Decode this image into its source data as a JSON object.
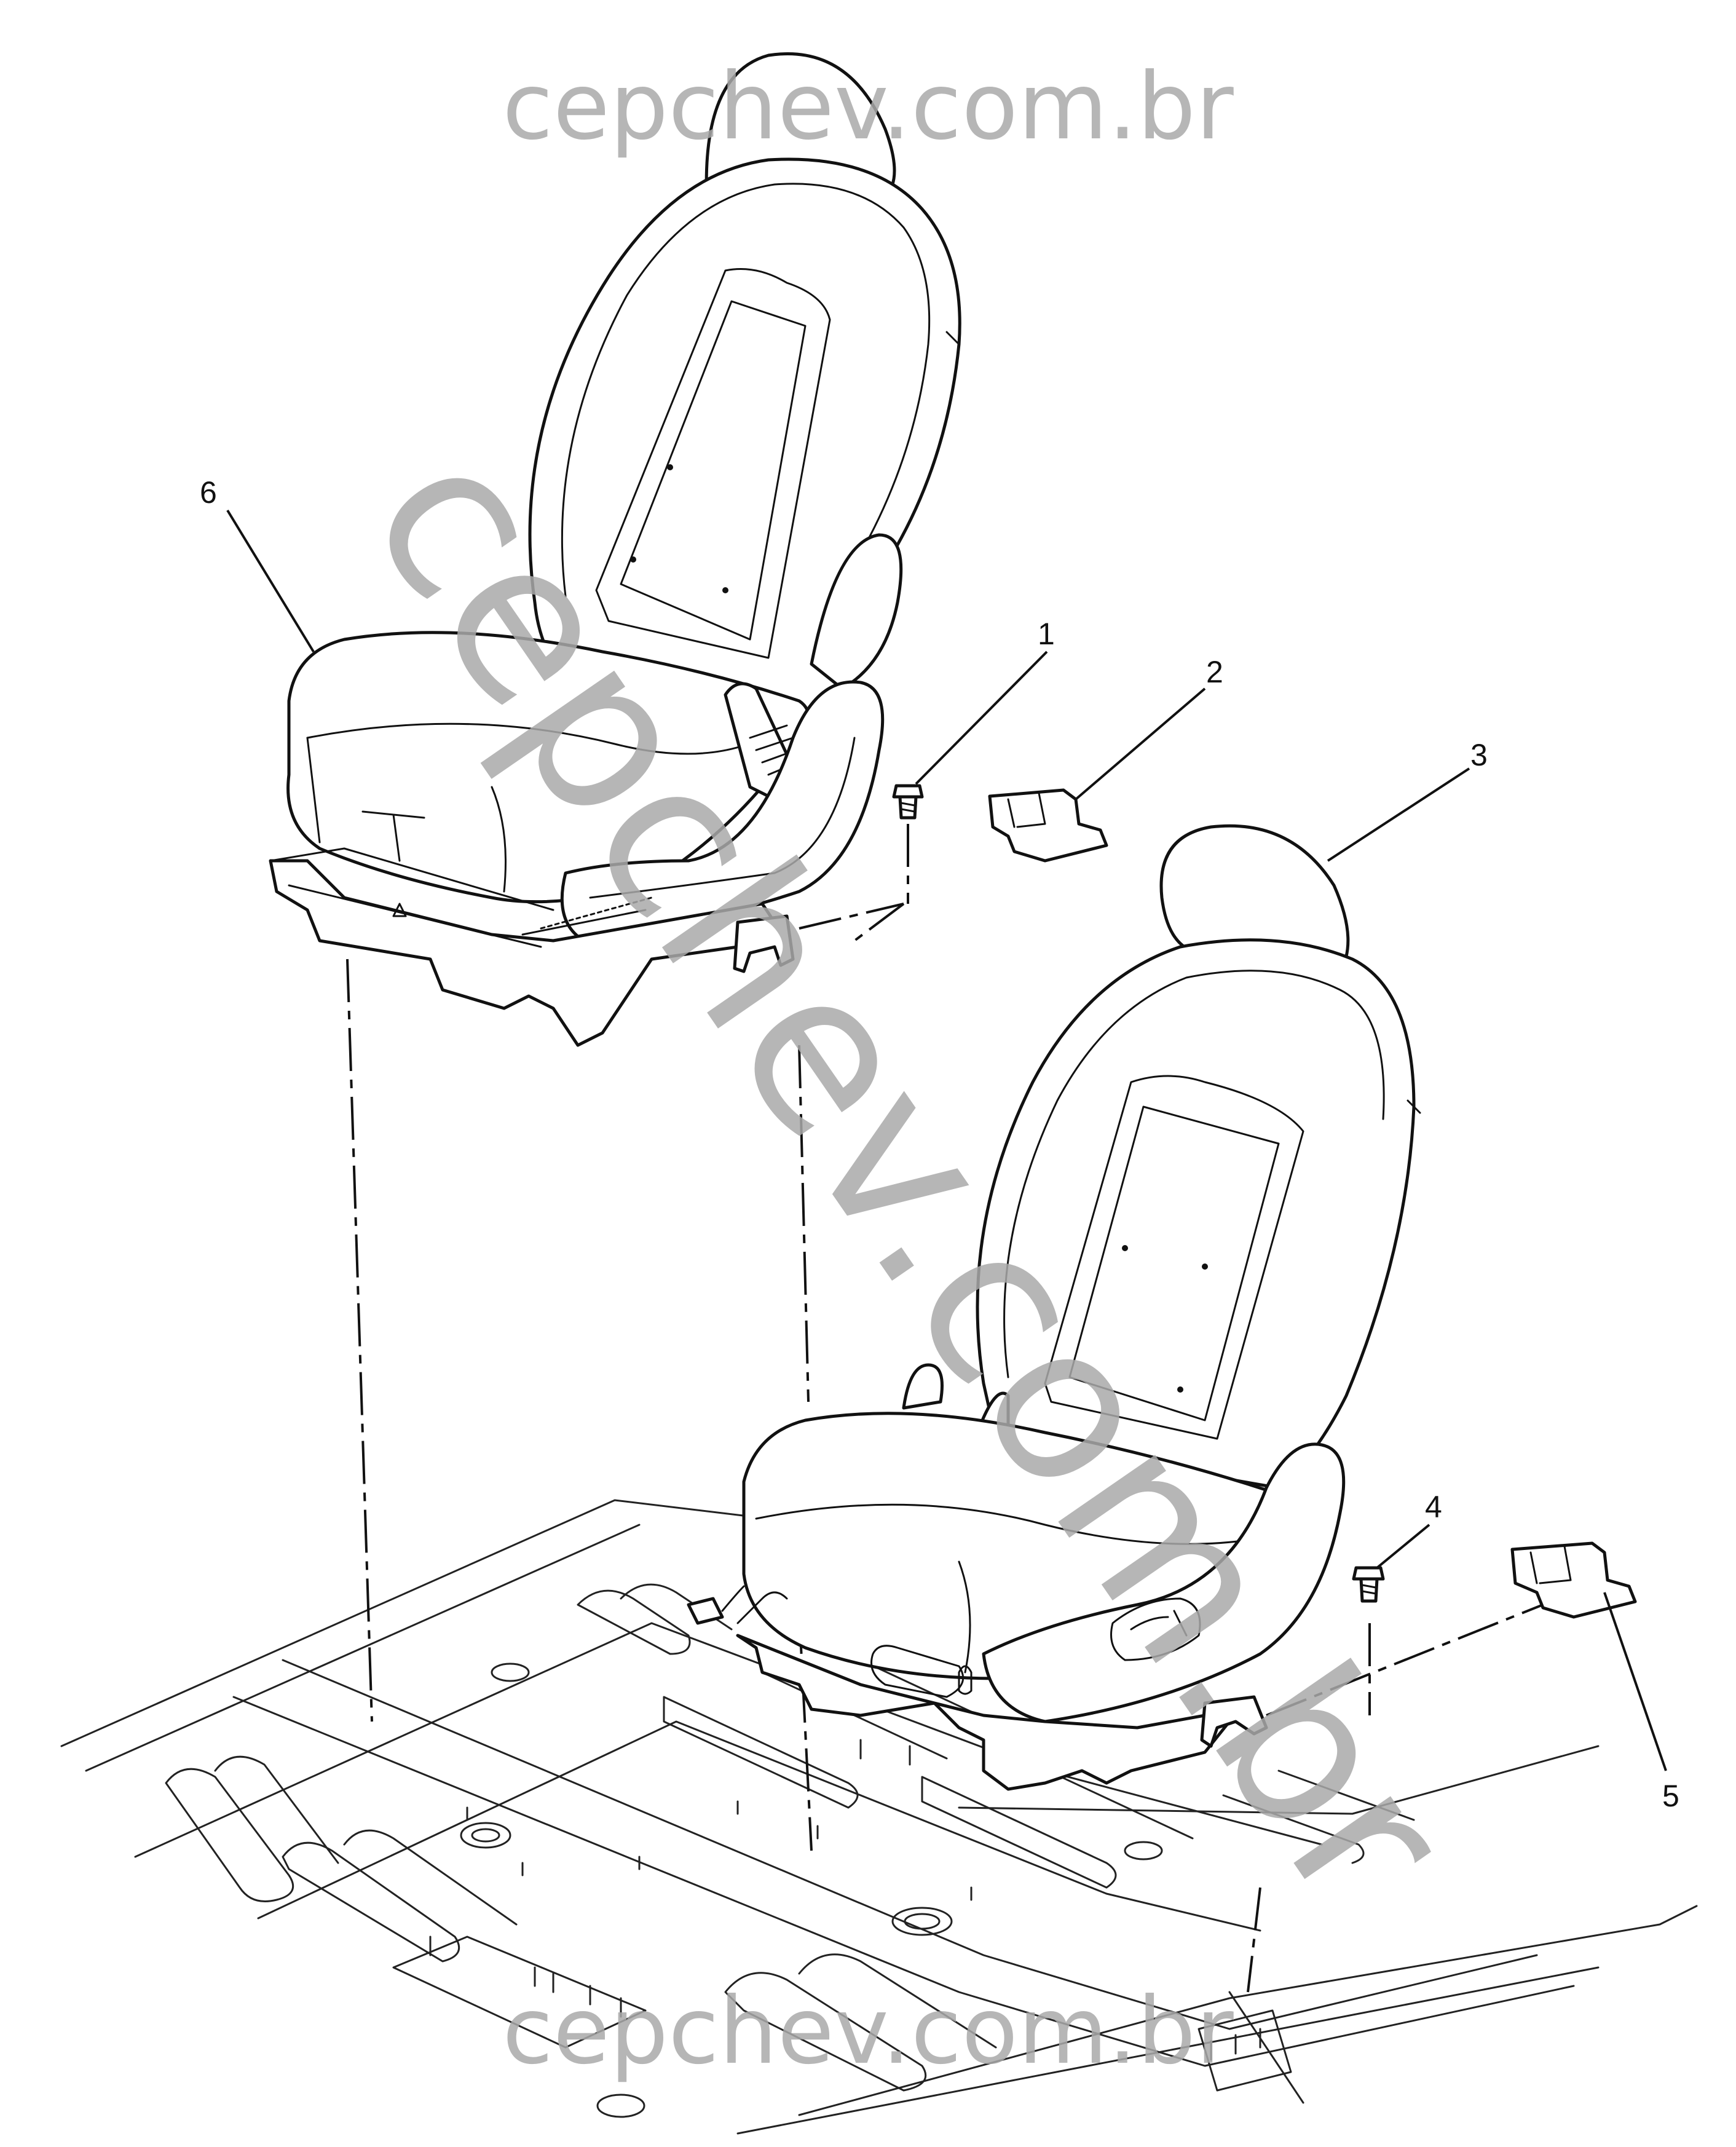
{
  "callouts": [
    {
      "id": "1",
      "label": "1"
    },
    {
      "id": "2",
      "label": "2"
    },
    {
      "id": "3",
      "label": "3"
    },
    {
      "id": "4",
      "label": "4"
    },
    {
      "id": "5",
      "label": "5"
    },
    {
      "id": "6",
      "label": "6"
    }
  ],
  "watermarks": {
    "top": "cepchev.com.br",
    "diagonal": "cepchev.com.br",
    "bottom": "cepchev.com.br"
  },
  "colors": {
    "line": "#111111",
    "watermark": "#a9a9a9",
    "background": "#ffffff"
  }
}
